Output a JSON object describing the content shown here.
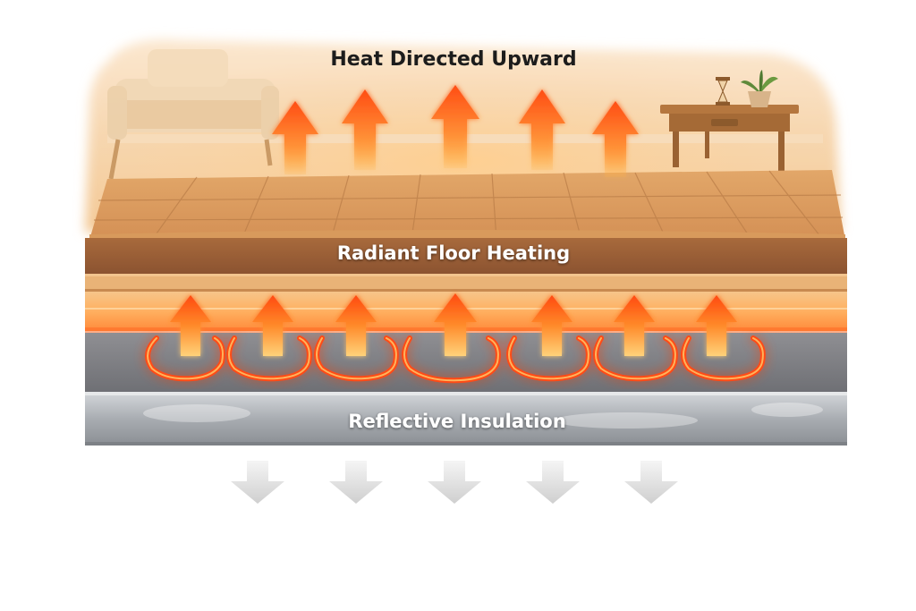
{
  "labels": {
    "top": "Heat Directed Upward",
    "middle": "Radiant Floor Heating",
    "bottom": "Reflective Insulation"
  },
  "colors": {
    "heat_orange": "#ff5a1a",
    "heat_yellow": "#ffb347",
    "wood_light": "#e8b67a",
    "wood_dark": "#a8683a",
    "insulation_gray": "#b9bcc0",
    "down_arrow_gray": "#d9d9d9",
    "label_dark": "#1c1c1c",
    "label_light": "#ffffff"
  },
  "icons": [
    "up-arrow-icon",
    "down-arrow-icon",
    "sofa-icon",
    "side-table-icon",
    "potted-plant-icon",
    "heating-coil-icon"
  ]
}
